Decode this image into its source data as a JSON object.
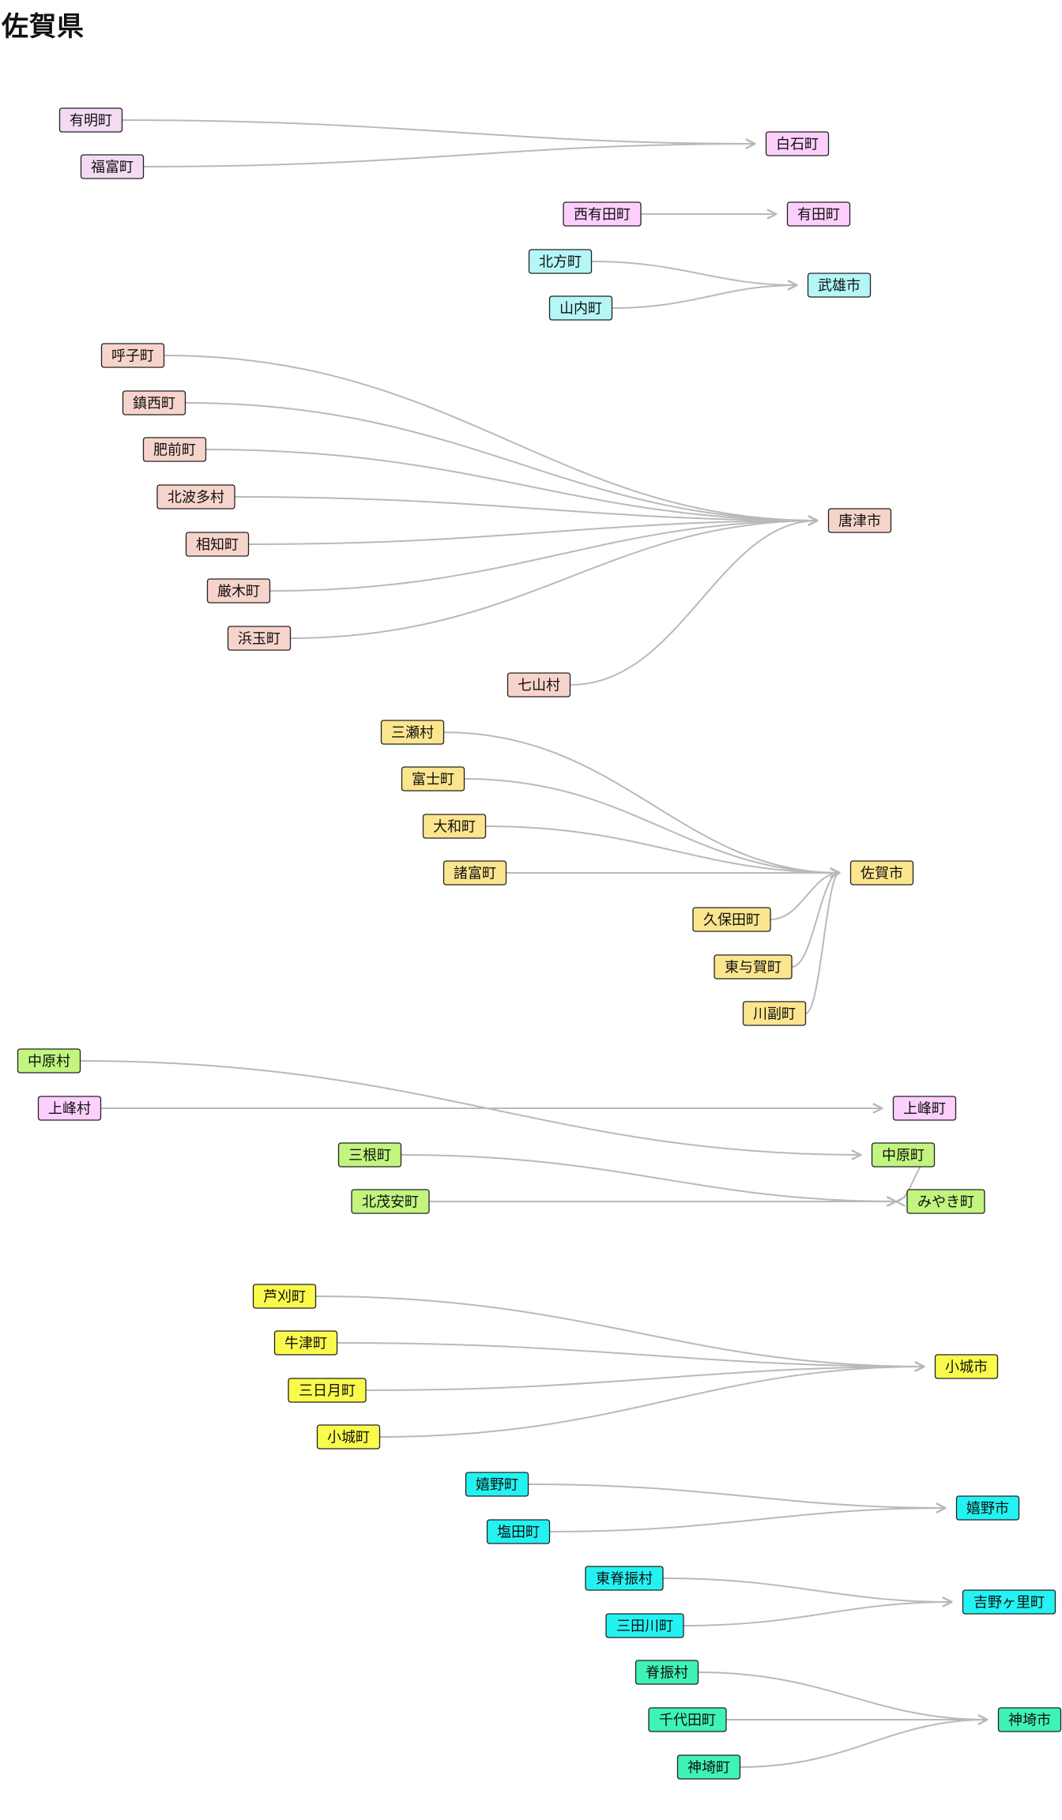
{
  "title": "佐賀県",
  "colors": {
    "pink_light": "#f3dcf3",
    "magenta": "#fccffc",
    "cyan_light": "#b5f6f6",
    "salmon": "#f7d4cb",
    "khaki": "#fbe58e",
    "green": "#c1f57f",
    "yellow": "#fafa4d",
    "cyan": "#24f2f2",
    "teal": "#3ff2b5",
    "edge": "#b9b9b9"
  },
  "groups": [
    {
      "target": "白石町",
      "target_color": "magenta",
      "sources": [
        "有明町",
        "福富町"
      ],
      "source_color": "pink_light"
    },
    {
      "target": "有田町",
      "target_color": "magenta",
      "sources": [
        "西有田町"
      ],
      "source_color": "magenta"
    },
    {
      "target": "武雄市",
      "target_color": "cyan_light",
      "sources": [
        "北方町",
        "山内町"
      ],
      "source_color": "cyan_light"
    },
    {
      "target": "唐津市",
      "target_color": "salmon",
      "sources": [
        "呼子町",
        "鎮西町",
        "肥前町",
        "北波多村",
        "相知町",
        "厳木町",
        "浜玉町",
        "七山村"
      ],
      "source_color": "salmon"
    },
    {
      "target": "佐賀市",
      "target_color": "khaki",
      "sources": [
        "三瀬村",
        "富士町",
        "大和町",
        "諸富町",
        "久保田町",
        "東与賀町",
        "川副町"
      ],
      "source_color": "khaki"
    },
    {
      "target": "上峰町",
      "target_color": "magenta",
      "sources": [
        "上峰村"
      ],
      "source_color": "magenta"
    },
    {
      "target": "中原町",
      "target_color": "green",
      "sources": [
        "中原村"
      ],
      "source_color": "green"
    },
    {
      "target": "みやき町",
      "target_color": "green",
      "sources": [
        "三根町",
        "北茂安町",
        "中原町"
      ],
      "source_color": "green"
    },
    {
      "target": "小城市",
      "target_color": "yellow",
      "sources": [
        "芦刈町",
        "牛津町",
        "三日月町",
        "小城町"
      ],
      "source_color": "yellow"
    },
    {
      "target": "嬉野市",
      "target_color": "cyan",
      "sources": [
        "嬉野町",
        "塩田町"
      ],
      "source_color": "cyan"
    },
    {
      "target": "吉野ヶ里町",
      "target_color": "cyan",
      "sources": [
        "東脊振村",
        "三田川町"
      ],
      "source_color": "cyan"
    },
    {
      "target": "神埼市",
      "target_color": "teal",
      "sources": [
        "脊振村",
        "千代田町",
        "神埼町"
      ],
      "source_color": "teal"
    }
  ]
}
